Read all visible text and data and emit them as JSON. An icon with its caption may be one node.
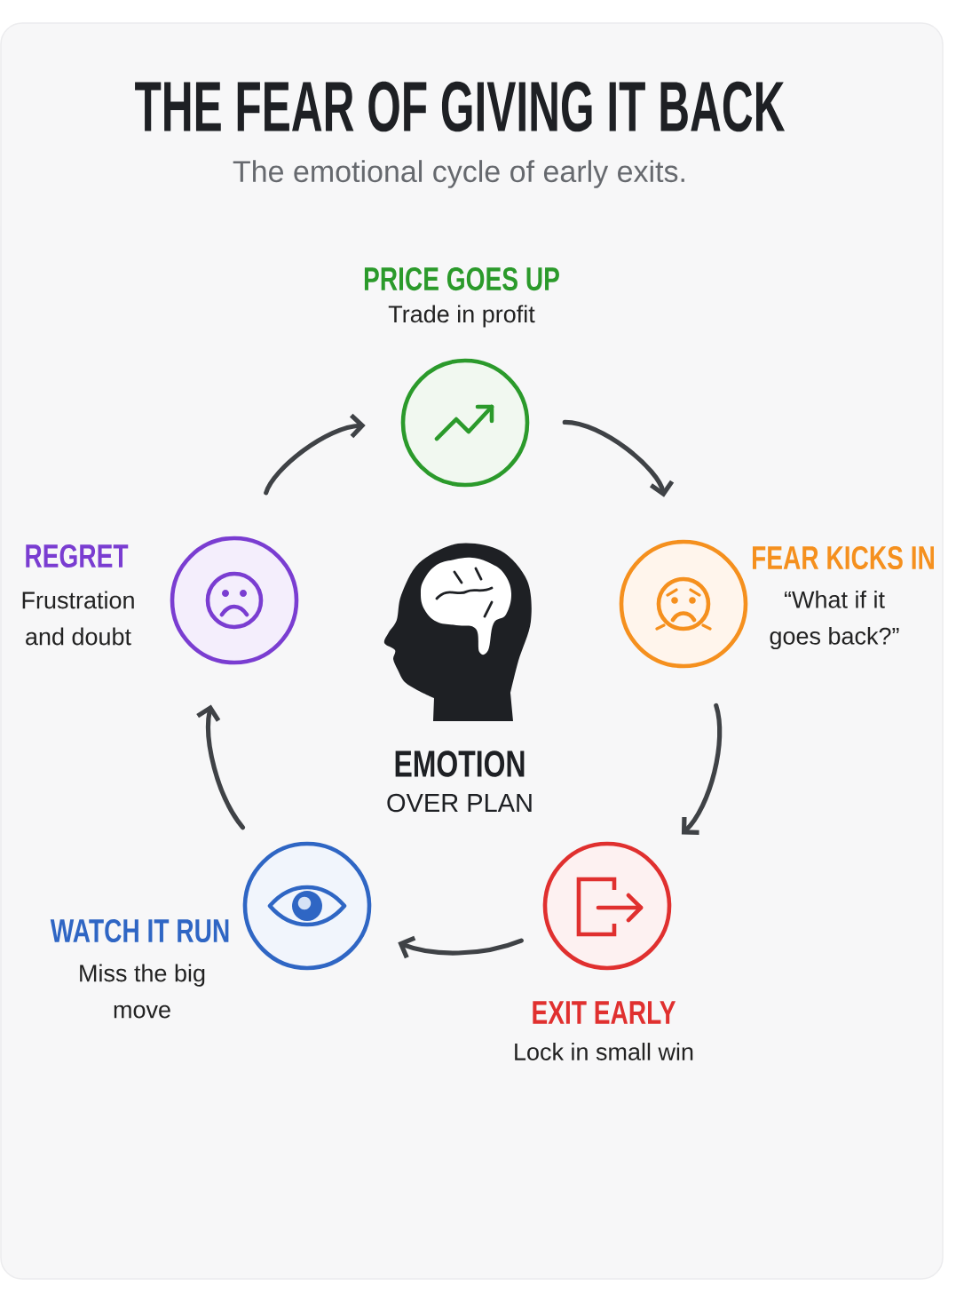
{
  "diagram": {
    "title": "THE FEAR OF GIVING IT BACK",
    "nodes": [
      {
        "text": [
          "PRICE GOES UP",
          "Trade in profit"
        ]
      },
      {
        "text": [
          "FEAR KICKS IN",
          "“What if it goes back?”"
        ]
      },
      {
        "text": [
          "EXIT EARLY",
          "Lock in small win"
        ]
      },
      {
        "text": [
          "WATCH IT RUN",
          "Miss the big move"
        ]
      },
      {
        "text": [
          "REGRET",
          "Frustration and doubt"
        ]
      }
    ],
    "edges": [
      {
        "from": 0,
        "to": 1,
        "arrow": "to"
      },
      {
        "from": 1,
        "to": 2,
        "arrow": "to"
      },
      {
        "from": 2,
        "to": 3,
        "arrow": "to"
      },
      {
        "from": 3,
        "to": 4,
        "arrow": "to"
      },
      {
        "from": 4,
        "to": 0,
        "arrow": "to"
      }
    ],
    "labels": [
      "The emotional cycle of early exits.",
      "EMOTION",
      "OVER PLAN"
    ]
  }
}
